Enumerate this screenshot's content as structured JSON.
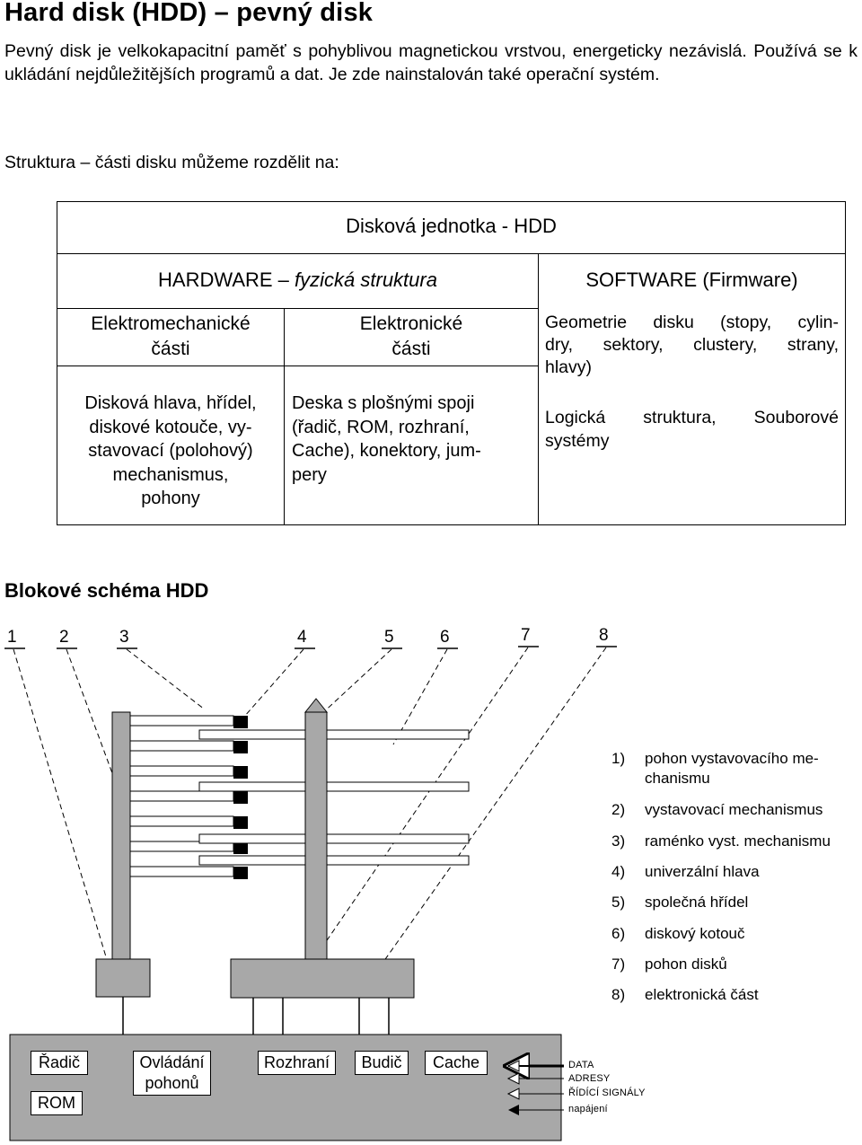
{
  "page": {
    "title": "Hard disk (HDD) – pevný disk",
    "intro": "Pevný disk je velkokapacitní paměť s pohyblivou magnetickou vrstvou, energeticky nezávislá. Používá se k ukládání nejdůležitějších programů a dat. Je zde nainstalován také operační systém.",
    "structure_intro": "Struktura – části disku můžeme rozdělit na:"
  },
  "table": {
    "header": "Disková jednotka - HDD",
    "hardware_title": "HARDWARE –",
    "hardware_title_italic": "fyzická struktura",
    "software_title": "SOFTWARE (Firmware)",
    "mech_title_1": "Elektromechanické",
    "mech_title_2": "části",
    "mech_body": [
      "Disková hlava, hřídel,",
      "diskové kotouče, vy-",
      "stavovací (polohový)",
      "mechanismus,",
      "pohony"
    ],
    "elec_title_1": "Elektronické",
    "elec_title_2": "části",
    "elec_body": [
      "Deska s plošnými spoji",
      "(řadič, ROM, rozhraní,",
      "Cache), konektory, jum-",
      "pery"
    ],
    "sw_body_1": [
      "Geometrie disku (stopy, cylin-",
      "dry, sektory, clustery, strany,",
      "hlavy)"
    ],
    "sw_body_2": [
      "Logická struktura, Souborové",
      "systémy"
    ]
  },
  "schema": {
    "title": "Blokové schéma HDD",
    "numbers": [
      "1",
      "2",
      "3",
      "4",
      "5",
      "6",
      "7",
      "8"
    ],
    "components": {
      "radic": "Řadič",
      "ovladani_1": "Ovládání",
      "ovladani_2": "pohonů",
      "rozhrani": "Rozhraní",
      "budic": "Budič",
      "cache": "Cache",
      "rom": "ROM"
    },
    "signals": [
      "DATA",
      "ADRESY",
      "ŘÍDÍCÍ SIGNÁLY",
      "napájení"
    ],
    "colors": {
      "gray": "#a8a8a8"
    }
  },
  "legend": [
    {
      "num": "1)",
      "text": "pohon vystavovacího mechanismu",
      "lines": [
        "pohon vystavovacího me-",
        "chanismu"
      ]
    },
    {
      "num": "2)",
      "text": "vystavovací mechanismus"
    },
    {
      "num": "3)",
      "text": "raménko vyst. mechanismu"
    },
    {
      "num": "4)",
      "text": "univerzální hlava"
    },
    {
      "num": "5)",
      "text": "společná hřídel"
    },
    {
      "num": "6)",
      "text": "diskový kotouč"
    },
    {
      "num": "7)",
      "text": "pohon disků"
    },
    {
      "num": "8)",
      "text": "elektronická část"
    }
  ]
}
